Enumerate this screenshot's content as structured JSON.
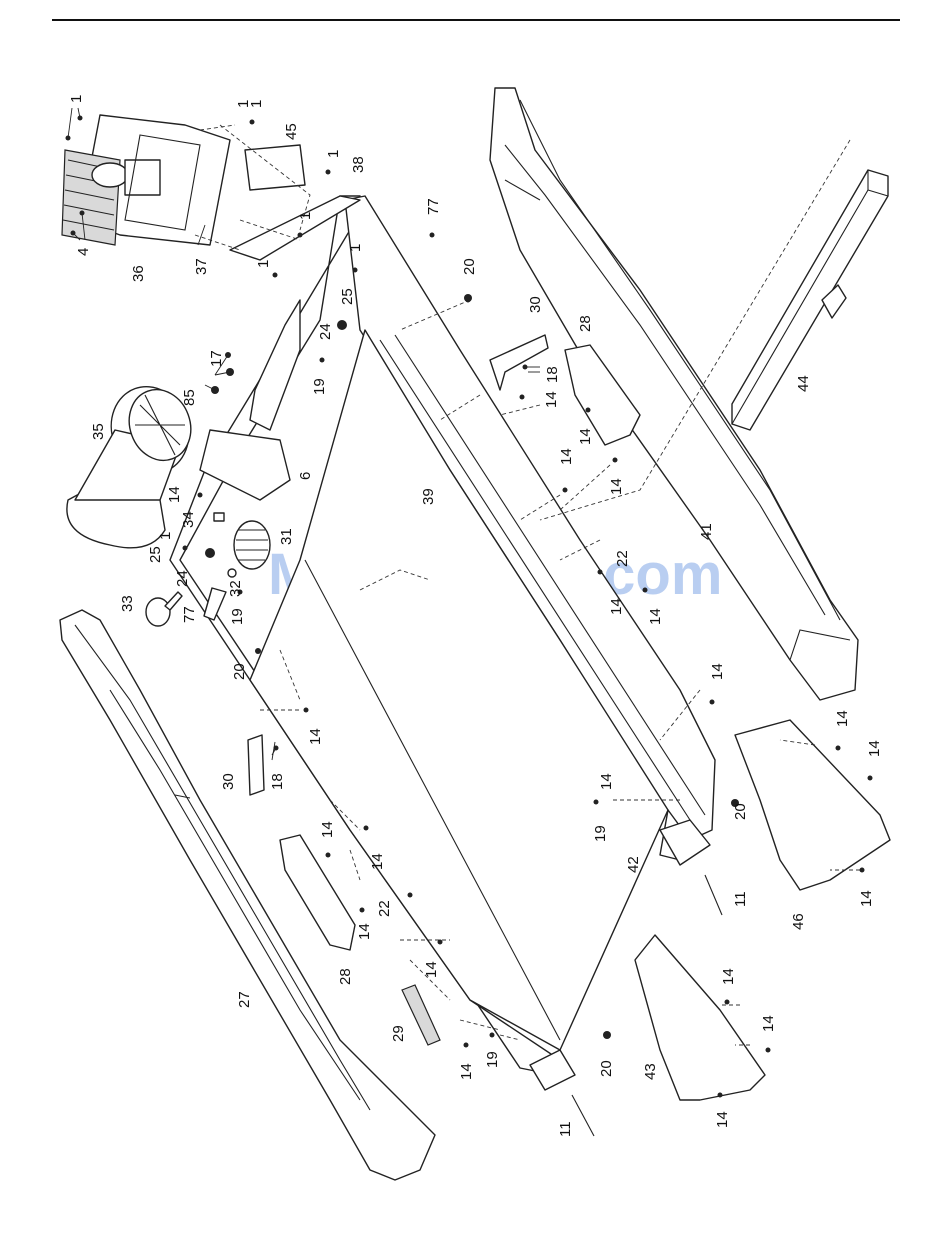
{
  "watermark": "ManualsLib.com",
  "callouts": [
    {
      "id": "c1a",
      "text": "1"
    },
    {
      "id": "c1b",
      "text": "1"
    },
    {
      "id": "c1c",
      "text": "1"
    },
    {
      "id": "c1d",
      "text": "1"
    },
    {
      "id": "c1e",
      "text": "1"
    },
    {
      "id": "c1f",
      "text": "1"
    },
    {
      "id": "c1g",
      "text": "1"
    },
    {
      "id": "c1h",
      "text": "1"
    },
    {
      "id": "c4",
      "text": "4"
    },
    {
      "id": "c36",
      "text": "36"
    },
    {
      "id": "c37",
      "text": "37"
    },
    {
      "id": "c45",
      "text": "45"
    },
    {
      "id": "c38",
      "text": "38"
    },
    {
      "id": "c77a",
      "text": "77"
    },
    {
      "id": "c77b",
      "text": "77"
    },
    {
      "id": "c20a",
      "text": "20"
    },
    {
      "id": "c20b",
      "text": "20"
    },
    {
      "id": "c20c",
      "text": "20"
    },
    {
      "id": "c20d",
      "text": "20"
    },
    {
      "id": "c25a",
      "text": "25"
    },
    {
      "id": "c25b",
      "text": "25"
    },
    {
      "id": "c30a",
      "text": "30"
    },
    {
      "id": "c30b",
      "text": "30"
    },
    {
      "id": "c24a",
      "text": "24"
    },
    {
      "id": "c24b",
      "text": "24"
    },
    {
      "id": "c28a",
      "text": "28"
    },
    {
      "id": "c28b",
      "text": "28"
    },
    {
      "id": "c18a",
      "text": "18"
    },
    {
      "id": "c18b",
      "text": "18"
    },
    {
      "id": "c19a",
      "text": "19"
    },
    {
      "id": "c19b",
      "text": "19"
    },
    {
      "id": "c19c",
      "text": "19"
    },
    {
      "id": "c19d",
      "text": "19"
    },
    {
      "id": "c17",
      "text": "17"
    },
    {
      "id": "c85",
      "text": "85"
    },
    {
      "id": "c35",
      "text": "35"
    },
    {
      "id": "c6",
      "text": "6"
    },
    {
      "id": "c34",
      "text": "34"
    },
    {
      "id": "c31",
      "text": "31"
    },
    {
      "id": "c32",
      "text": "32"
    },
    {
      "id": "c33",
      "text": "33"
    },
    {
      "id": "c39",
      "text": "39"
    },
    {
      "id": "c41",
      "text": "41"
    },
    {
      "id": "c44",
      "text": "44"
    },
    {
      "id": "c22a",
      "text": "22"
    },
    {
      "id": "c22b",
      "text": "22"
    },
    {
      "id": "c27",
      "text": "27"
    },
    {
      "id": "c29",
      "text": "29"
    },
    {
      "id": "c42",
      "text": "42"
    },
    {
      "id": "c11a",
      "text": "11"
    },
    {
      "id": "c11b",
      "text": "11"
    },
    {
      "id": "c43",
      "text": "43"
    },
    {
      "id": "c46",
      "text": "46"
    },
    {
      "id": "c14a",
      "text": "14"
    },
    {
      "id": "c14b",
      "text": "14"
    },
    {
      "id": "c14c",
      "text": "14"
    },
    {
      "id": "c14d",
      "text": "14"
    },
    {
      "id": "c14e",
      "text": "14"
    },
    {
      "id": "c14f",
      "text": "14"
    },
    {
      "id": "c14g",
      "text": "14"
    },
    {
      "id": "c14h",
      "text": "14"
    },
    {
      "id": "c14i",
      "text": "14"
    },
    {
      "id": "c14j",
      "text": "14"
    },
    {
      "id": "c14k",
      "text": "14"
    },
    {
      "id": "c14l",
      "text": "14"
    },
    {
      "id": "c14m",
      "text": "14"
    },
    {
      "id": "c14n",
      "text": "14"
    },
    {
      "id": "c14o",
      "text": "14"
    },
    {
      "id": "c14p",
      "text": "14"
    },
    {
      "id": "c14q",
      "text": "14"
    },
    {
      "id": "c14r",
      "text": "14"
    },
    {
      "id": "c14s",
      "text": "14"
    },
    {
      "id": "c14t",
      "text": "14"
    },
    {
      "id": "c14u",
      "text": "14"
    }
  ]
}
